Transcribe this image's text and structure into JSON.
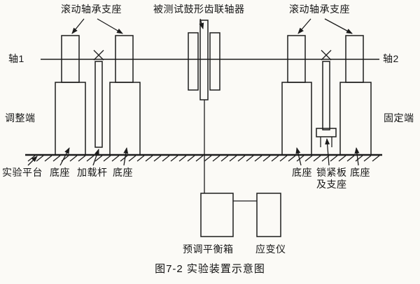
{
  "colors": {
    "ink": "#1c1c1c",
    "paper": "#fbfaf6"
  },
  "figure": {
    "caption": "图7-2 实验装置示意图",
    "top": {
      "bearing_left": "滚动轴承支座",
      "coupling": "被测试鼓形齿联轴器",
      "bearing_right": "滚动轴承支座"
    },
    "shaft": {
      "left": "轴1",
      "right": "轴2"
    },
    "sides": {
      "left": "调整端",
      "right": "固定端"
    },
    "bottom": {
      "platform": "实验平台",
      "base_l1": "底座",
      "loading_rod": "加载杆",
      "base_l2": "底座",
      "base_r1": "底座",
      "locking_plate": "锁紧板\n及支座",
      "base_r2": "底座"
    },
    "instruments": {
      "balance_box": "预调平衡箱",
      "strain_gauge": "应变仪"
    }
  }
}
